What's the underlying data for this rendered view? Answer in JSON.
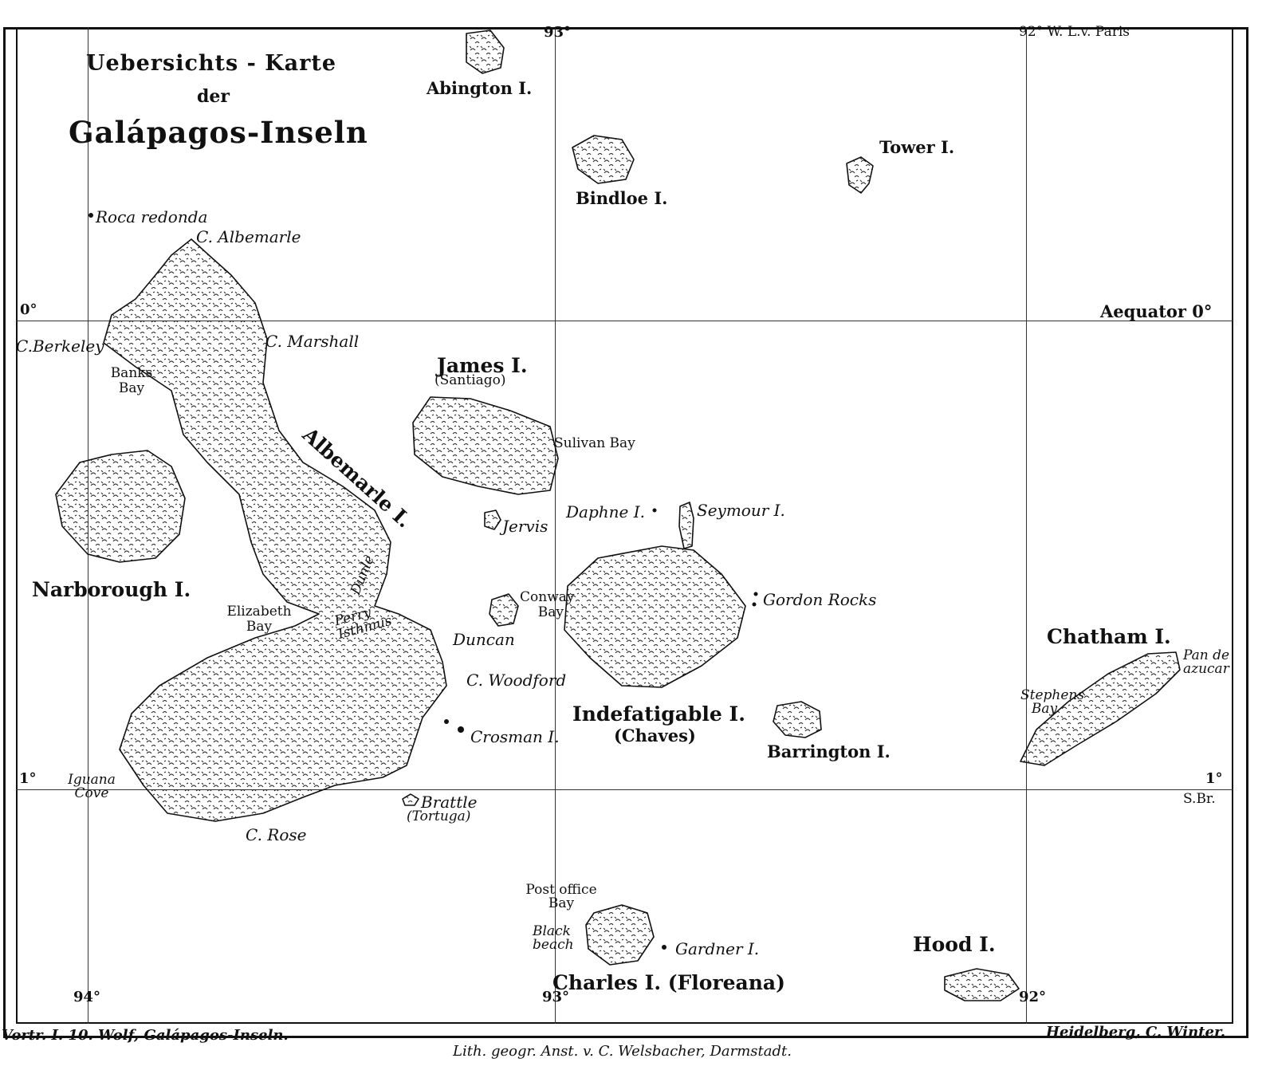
{
  "title": {
    "line1": "Uebersichts - Karte",
    "line2": "der",
    "line3": "Galápagos-Inseln"
  },
  "graticule": {
    "lon_94": "94°",
    "lon_93_top": "93°",
    "lon_93_bottom": "93°",
    "lon_92_top": "92° W. L.v. Paris",
    "lon_92_bottom": "92°",
    "lat_0_left": "0°",
    "lat_0_right": "Aequator 0°",
    "lat_1_left": "1°",
    "lat_1_right": "1°",
    "lat_1_right_sub": "S.Br."
  },
  "islands": {
    "abington": "Abington I.",
    "bindloe": "Bindloe I.",
    "tower": "Tower I.",
    "james": "James I.",
    "james_alt": "(Santiago)",
    "albemarle": "Albemarle I.",
    "narborough": "Narborough I.",
    "indefatigable": "Indefatigable I.",
    "indefatigable_alt": "(Chaves)",
    "barrington": "Barrington I.",
    "chatham": "Chatham I.",
    "hood": "Hood I.",
    "charles": "Charles I. (Floreana)"
  },
  "places": {
    "roca_redonda": "Roca redonda",
    "c_albemarle": "C. Albemarle",
    "c_berkeley": "C.Berkeley",
    "banks_bay": "Banks Bay",
    "c_marshall": "C. Marshall",
    "sulivan_bay": "Sulivan Bay",
    "jervis": "Jervis",
    "daphne": "Daphne I.",
    "seymour": "Seymour I.",
    "conway_bay": "Conway Bay",
    "duncan": "Duncan",
    "gordon_rocks": "Gordon Rocks",
    "elizabeth_bay": "Elizabeth Bay",
    "perry_isthmus": "Perry Isthmus",
    "dunle": "Dunle",
    "c_woodford": "C. Woodford",
    "crosman": "Crosman I.",
    "iguana_cove": "Iguana Cove",
    "brattle": "Brattle",
    "brattle_alt": "(Tortuga)",
    "c_rose": "C. Rose",
    "stephens_bay": "Stephens Bay",
    "pan_de_azucar": "Pan de azucar",
    "post_office_bay": "Post office Bay",
    "black_beach": "Black beach",
    "gardner": "Gardner I."
  },
  "footer": {
    "left": "Vortr. I. 10. Wolf, Galápagos-Inseln.",
    "center": "Lith. geogr. Anst. v. C. Welsbacher, Darmstadt.",
    "right": "Heidelberg, C. Winter."
  }
}
